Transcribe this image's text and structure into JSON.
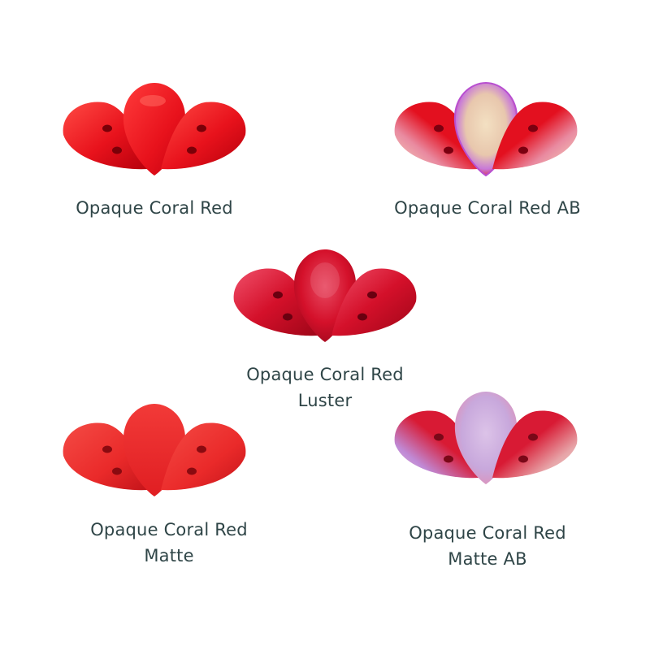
{
  "products": [
    {
      "label_line1": "Opaque Coral Red",
      "label_line2": "",
      "finish": "glossy",
      "colors": {
        "main": "#e8121c",
        "light": "#ff4a44",
        "dark": "#b5000c"
      }
    },
    {
      "label_line1": "Opaque Coral Red AB",
      "label_line2": "",
      "finish": "aurora borealis",
      "colors": {
        "main": "#e3101f",
        "light": "#f6dcc2",
        "dark": "#a8001a",
        "sheen": "#c879d8"
      }
    },
    {
      "label_line1": "Opaque Coral Red",
      "label_line2": "Luster",
      "finish": "luster",
      "colors": {
        "main": "#d4102a",
        "light": "#f0506a",
        "dark": "#9e0618"
      }
    },
    {
      "label_line1": "Opaque Coral Red",
      "label_line2": "Matte",
      "finish": "matte",
      "colors": {
        "main": "#ea2a2a",
        "light": "#f44b45",
        "dark": "#c4141a"
      }
    },
    {
      "label_line1": "Opaque Coral Red",
      "label_line2": "Matte AB",
      "finish": "matte aurora borealis",
      "colors": {
        "main": "#d81a34",
        "light": "#f0d6cc",
        "dark": "#a3102a",
        "sheen": "#c08ad6"
      }
    }
  ]
}
